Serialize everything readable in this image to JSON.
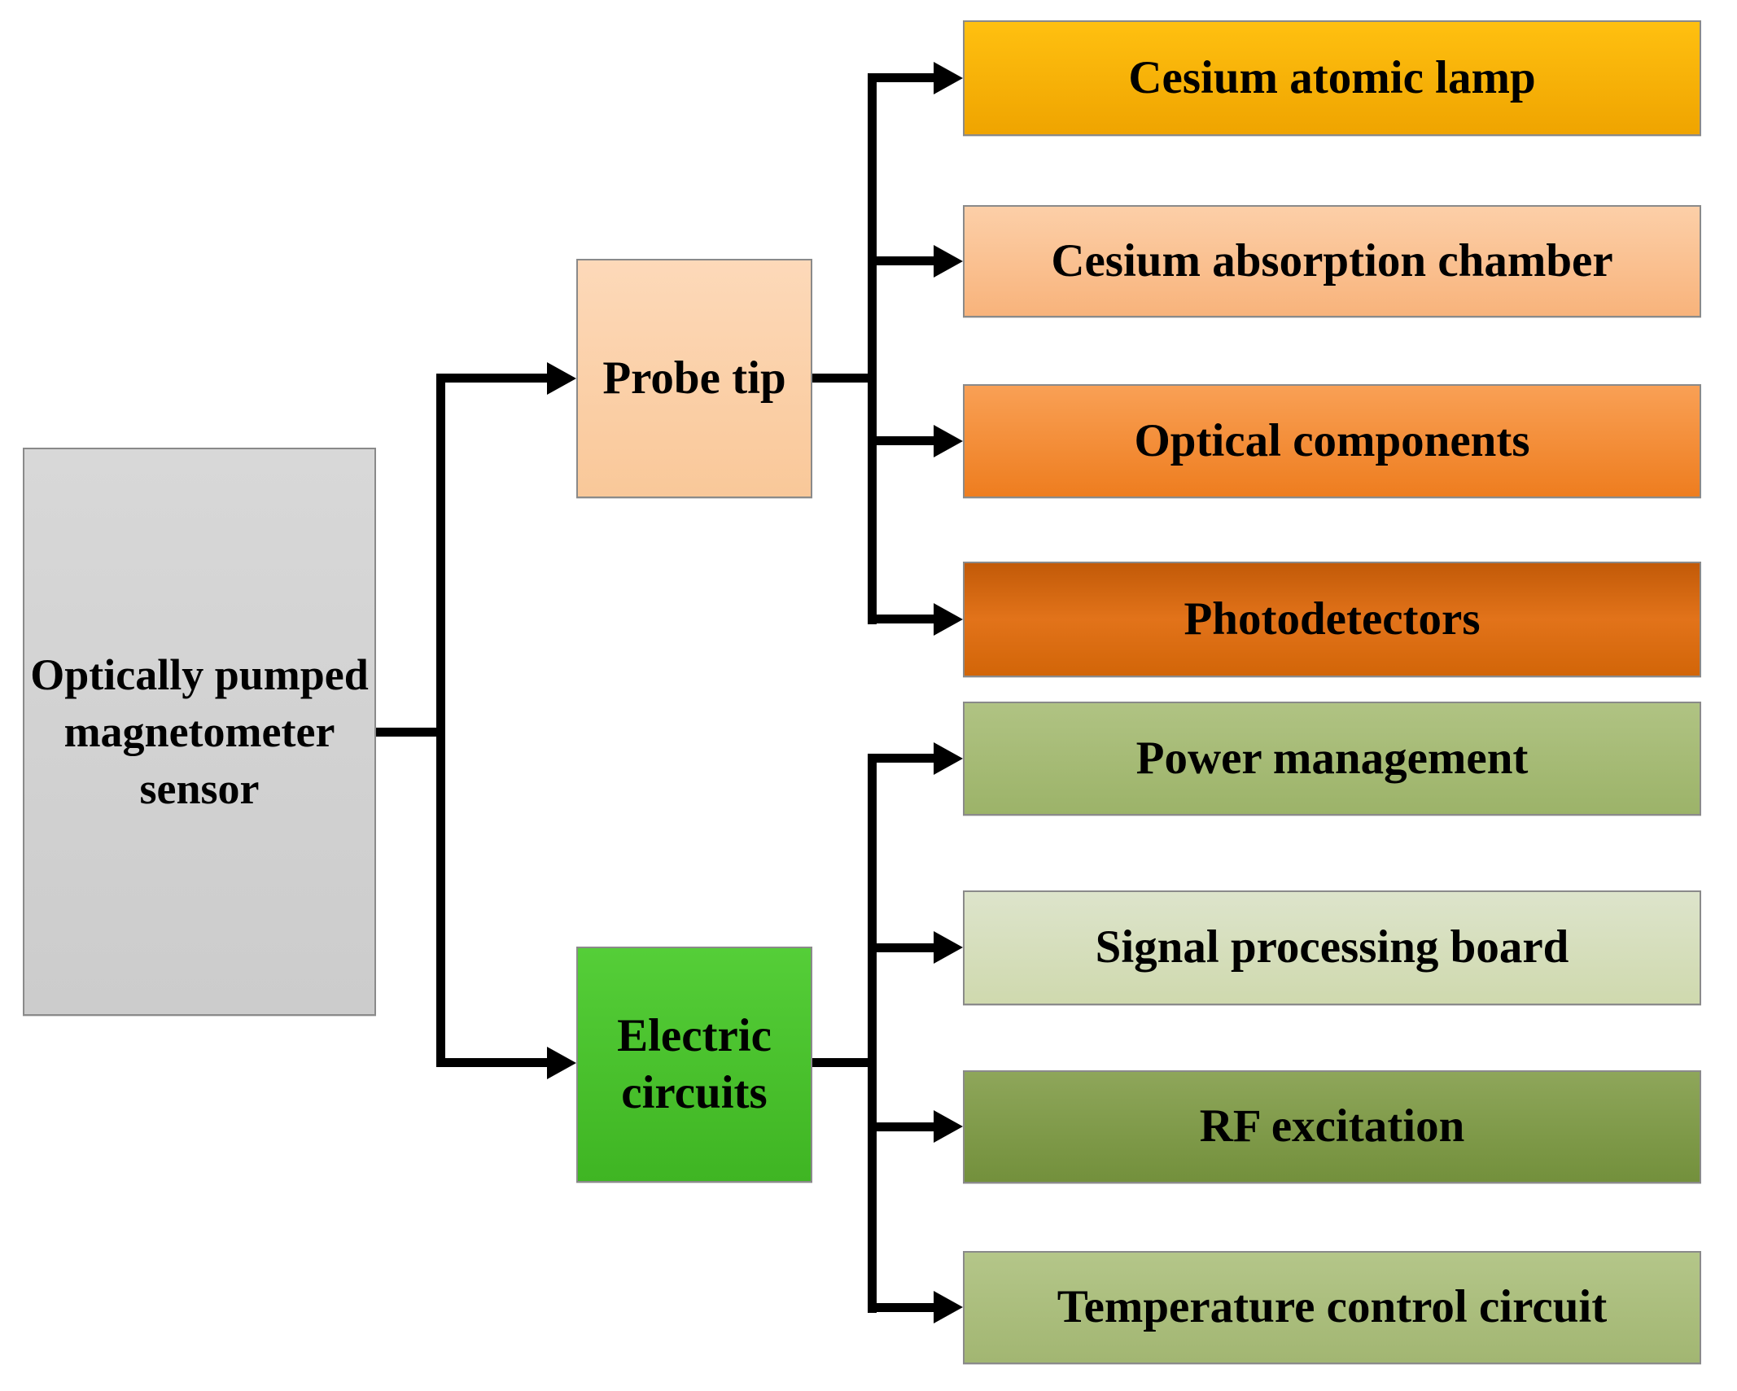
{
  "figure": {
    "title": "Optically pumped magnetometer sensor block diagram",
    "background": "#ffffff",
    "line_color": "#000000",
    "text_color": "#000000",
    "border_color": "#8a8a8a"
  },
  "root": {
    "label": "Optically pumped magnetometer sensor",
    "fill": {
      "top": "#d8d8d8",
      "bottom": "#cccccc"
    }
  },
  "groups": [
    {
      "node": {
        "label": "Probe tip",
        "fill": {
          "top": "#fdd9b9",
          "bottom": "#f9c899"
        }
      },
      "children": [
        {
          "label": "Cesium atomic lamp",
          "fill": {
            "top": "#ffc010",
            "bottom": "#efa400"
          }
        },
        {
          "label": "Cesium absorption chamber",
          "fill": {
            "top": "#fccfa8",
            "bottom": "#f8b37b"
          }
        },
        {
          "label": "Optical components",
          "fill": {
            "top": "#f9a055",
            "bottom": "#ee7d1f"
          }
        },
        {
          "label": "Photodetectors",
          "fill": {
            "top": "#c25a08",
            "mid": "#e2731a",
            "bottom": "#d26508"
          }
        }
      ]
    },
    {
      "node": {
        "label": "Electric circuits",
        "fill": {
          "top": "#55ce38",
          "bottom": "#3fb523"
        }
      },
      "children": [
        {
          "label": "Power management",
          "fill": {
            "top": "#b0c383",
            "bottom": "#9cb369"
          }
        },
        {
          "label": "Signal processing board",
          "fill": {
            "top": "#dde4cb",
            "bottom": "#cfd9ae"
          }
        },
        {
          "label": "RF excitation",
          "fill": {
            "top": "#8ea65a",
            "bottom": "#73903c"
          }
        },
        {
          "label": "Temperature control circuit",
          "fill": {
            "top": "#b4c689",
            "bottom": "#a2b672"
          }
        }
      ]
    }
  ]
}
